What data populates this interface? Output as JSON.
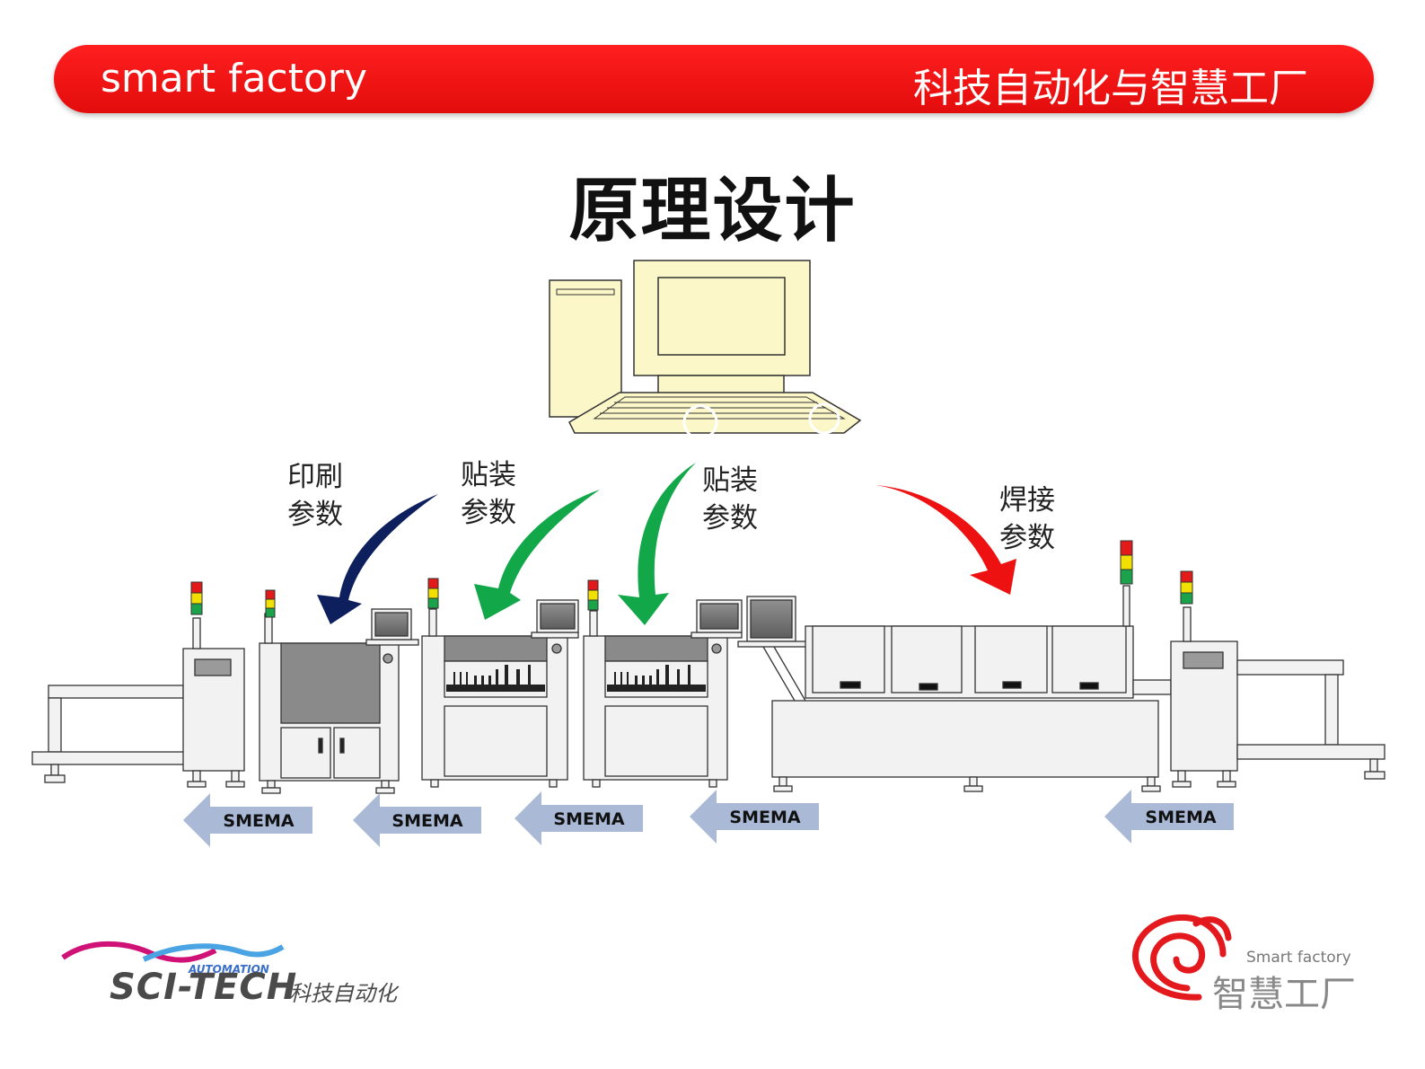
{
  "header": {
    "left_text": "smart factory",
    "right_text": "科技自动化与智慧工厂",
    "color": "#e8101a"
  },
  "title": "原理设计",
  "param_labels": {
    "print": [
      "印刷",
      "参数"
    ],
    "mount1": [
      "贴装",
      "参数"
    ],
    "mount2": [
      "贴装",
      "参数"
    ],
    "solder": [
      "焊接",
      "参数"
    ]
  },
  "arrow_colors": {
    "print": "#0d1f5c",
    "mount": "#12a84a",
    "solder": "#ee1111"
  },
  "smema_labels": [
    "SMEMA",
    "SMEMA",
    "SMEMA",
    "SMEMA",
    "SMEMA"
  ],
  "smema_color": "#a9b9d6",
  "logo_left": {
    "name": "SCI-TECH",
    "sub": "AUTOMATION",
    "cn": "科技自动化"
  },
  "logo_right": {
    "en": "Smart factory",
    "cn": "智慧工厂"
  }
}
